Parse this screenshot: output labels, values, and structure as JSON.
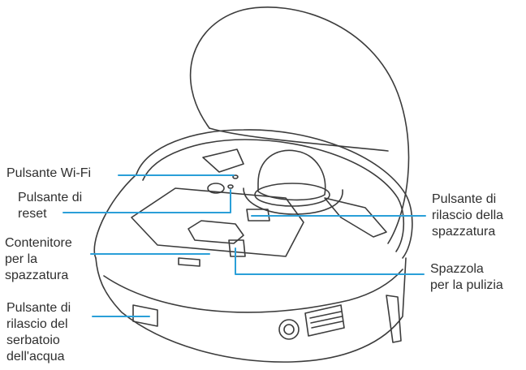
{
  "colors": {
    "callout": "#2a9fd8",
    "outline": "#3c3c3c",
    "text": "#2f2f2f",
    "background": "#ffffff"
  },
  "labels": {
    "wifi_button": "Pulsante Wi-Fi",
    "reset_button": "Pulsante di\nreset",
    "dustbin": "Contenitore\nper la\nspazzatura",
    "dustbin_release": "Pulsante di\nrilascio della\nspazzatura",
    "cleaning_brush": "Spazzola\nper la pulizia",
    "water_tank_release": "Pulsante di\nrilascio del\nserbatoio\ndell'acqua"
  }
}
